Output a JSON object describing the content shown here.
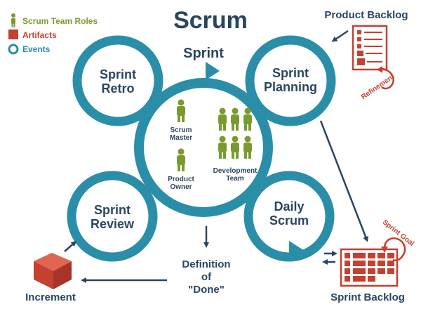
{
  "title": "Scrum",
  "legend": {
    "roles": "Scrum Team Roles",
    "artifacts": "Artifacts",
    "events": "Events"
  },
  "colors": {
    "teal": "#2a8ea8",
    "navy": "#2a4560",
    "red": "#c44030",
    "green": "#7a9a2f"
  },
  "cycle": {
    "sprint": "Sprint",
    "sprint_retro": [
      "Sprint",
      "Retro"
    ],
    "sprint_planning": [
      "Sprint",
      "Planning"
    ],
    "sprint_review": [
      "Sprint",
      "Review"
    ],
    "daily_scrum": [
      "Daily",
      "Scrum"
    ]
  },
  "roles": {
    "scrum_master": [
      "Scrum",
      "Master"
    ],
    "product_owner": [
      "Product",
      "Owner"
    ],
    "development_team": [
      "Development",
      "Team"
    ]
  },
  "artifacts": {
    "product_backlog": "Product Backlog",
    "refinement": "Refinement",
    "sprint_backlog": "Sprint Backlog",
    "sprint_goal": "Sprint Goal",
    "increment": "Increment"
  },
  "definition_of_done": [
    "Definition",
    "of",
    "\"Done\""
  ]
}
